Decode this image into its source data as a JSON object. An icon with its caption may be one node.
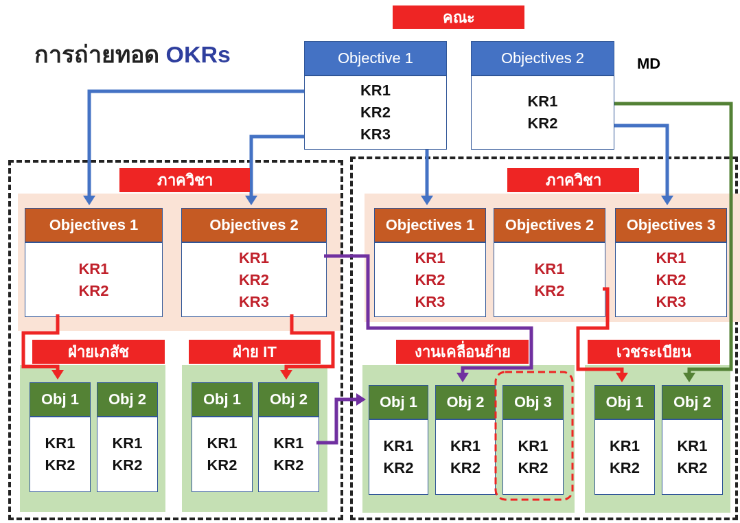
{
  "diagram": {
    "title": "การถ่ายทอด OKRs",
    "nodes": [
      {
        "text": [
          "คณะ"
        ]
      },
      {
        "text": [
          "Objective 1",
          "KR1",
          "KR2",
          "KR3"
        ]
      },
      {
        "text": [
          "Objectives 2",
          "KR1",
          "KR2"
        ]
      },
      {
        "text": [],
        "shape": "box"
      },
      {
        "text": [
          "ภาควิชา"
        ],
        "in": 3
      },
      {
        "text": [],
        "shape": "box",
        "in": 3
      },
      {
        "text": [
          "Objectives 1",
          "KR1",
          "KR2"
        ],
        "in": 5
      },
      {
        "text": [
          "Objectives 2",
          "KR1",
          "KR2",
          "KR3"
        ],
        "in": 5
      },
      {
        "text": [
          "ฝ่ายเภสัช"
        ],
        "in": 3
      },
      {
        "text": [],
        "shape": "box",
        "in": 3
      },
      {
        "text": [
          "Obj 1",
          "KR1",
          "KR2"
        ],
        "in": 9
      },
      {
        "text": [
          "Obj 2",
          "KR1",
          "KR2"
        ],
        "in": 9
      },
      {
        "text": [
          "ฝ่าย IT"
        ],
        "in": 3
      },
      {
        "text": [],
        "shape": "box",
        "in": 3
      },
      {
        "text": [
          "Obj 1",
          "KR1",
          "KR2"
        ],
        "in": 13
      },
      {
        "text": [
          "Obj 2",
          "KR1",
          "KR2"
        ],
        "in": 13
      },
      {
        "text": [],
        "shape": "box"
      },
      {
        "text": [
          "ภาควิชา"
        ],
        "in": 16
      },
      {
        "text": [],
        "shape": "box",
        "in": 16
      },
      {
        "text": [
          "Objectives 1",
          "KR1",
          "KR2",
          "KR3"
        ],
        "in": 18
      },
      {
        "text": [
          "Objectives 2",
          "KR1",
          "KR2"
        ],
        "in": 18
      },
      {
        "text": [
          "Objectives 3",
          "KR1",
          "KR2",
          "KR3"
        ],
        "in": 18
      },
      {
        "text": [
          "งานเคลื่อนย้าย"
        ],
        "in": 16
      },
      {
        "text": [],
        "shape": "box",
        "in": 16
      },
      {
        "text": [
          "Obj 1",
          "KR1",
          "KR2"
        ],
        "in": 23
      },
      {
        "text": [
          "Obj 2",
          "KR1",
          "KR2"
        ],
        "in": 23
      },
      {
        "text": [
          "Obj 3",
          "KR1",
          "KR2"
        ],
        "in": 23
      },
      {
        "text": [
          "เวชระเบียน"
        ],
        "in": 16
      },
      {
        "text": [],
        "shape": "box",
        "in": 16
      },
      {
        "text": [
          "Obj 1",
          "KR1",
          "KR2"
        ],
        "in": 28
      },
      {
        "text": [
          "Obj 2",
          "KR1",
          "KR2"
        ],
        "in": 28
      }
    ],
    "edges": [
      {
        "from": 1,
        "to": 6,
        "arrow": "to",
        "color": "#4472c4"
      },
      {
        "from": 1,
        "to": 19,
        "arrow": "to",
        "color": "#4472c4"
      },
      {
        "from": 1,
        "to": 7,
        "arrow": "to",
        "color": "#4472c4"
      },
      {
        "from": 2,
        "to": 30,
        "arrow": "to",
        "color": "#538135"
      },
      {
        "from": 2,
        "to": 21,
        "arrow": "to",
        "color": "#4472c4"
      },
      {
        "from": 6,
        "to": 10,
        "arrow": "to",
        "color": "#ee2524"
      },
      {
        "from": 7,
        "to": 25,
        "arrow": "to",
        "color": "#7030a0"
      },
      {
        "from": 7,
        "to": 15,
        "arrow": "to",
        "color": "#ee2524"
      },
      {
        "from": 15,
        "to": 24,
        "arrow": "to",
        "color": "#7030a0"
      },
      {
        "from": 20,
        "to": 29,
        "arrow": "to",
        "color": "#ee2524"
      }
    ],
    "labels": [
      "MD"
    ]
  }
}
